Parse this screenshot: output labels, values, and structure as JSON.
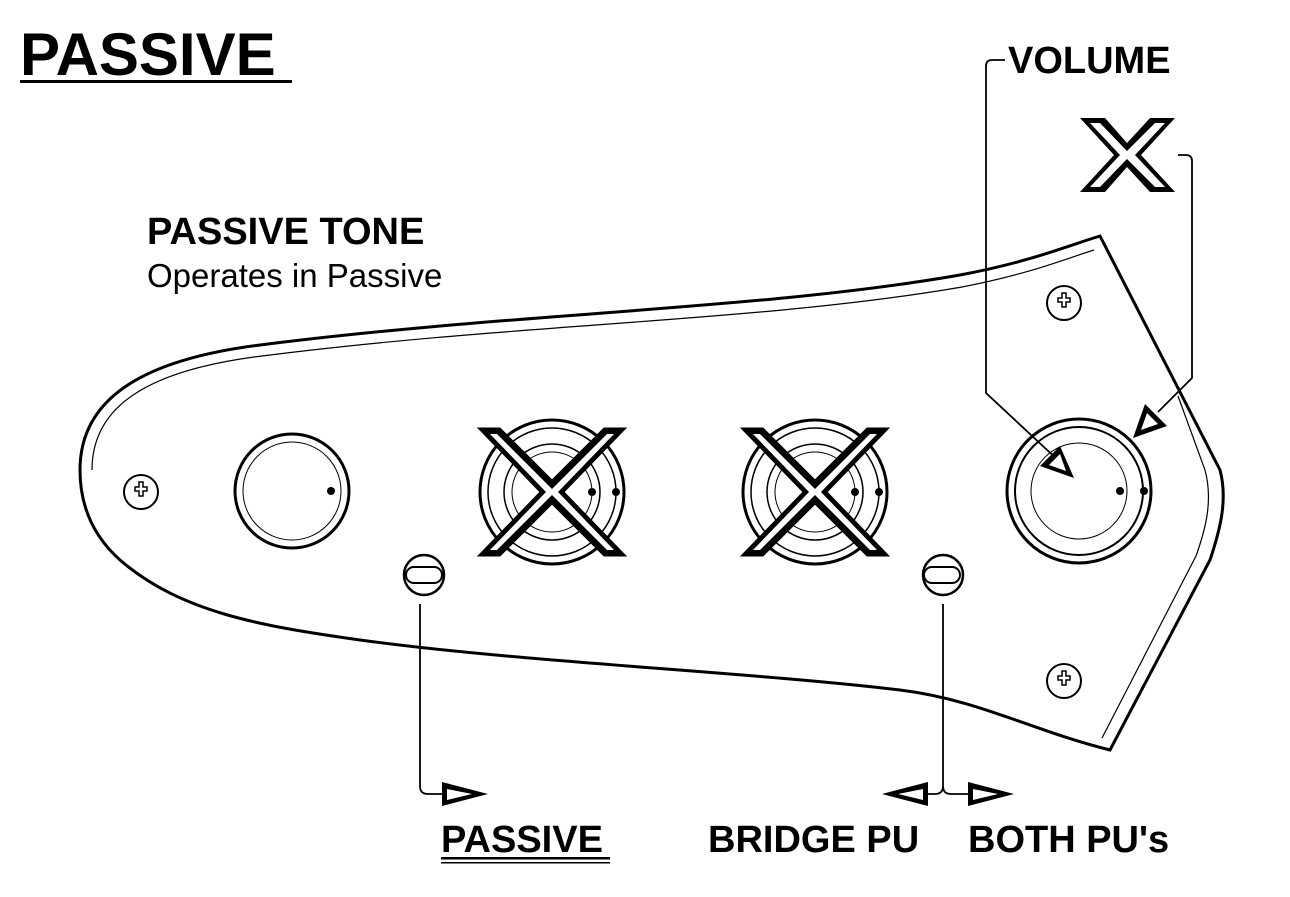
{
  "title": "PASSIVE",
  "labels": {
    "volume": "VOLUME",
    "passive_tone": "PASSIVE TONE",
    "passive_tone_sub": "Operates in Passive",
    "switch_left": "PASSIVE",
    "switch_right_a": "BRIDGE PU",
    "switch_right_b": "BOTH PU's"
  },
  "colors": {
    "ink": "#000000",
    "paper": "#ffffff"
  },
  "icons": [
    "screw-icon",
    "disabled-x-icon",
    "arrow-right-icon",
    "arrow-left-icon"
  ]
}
